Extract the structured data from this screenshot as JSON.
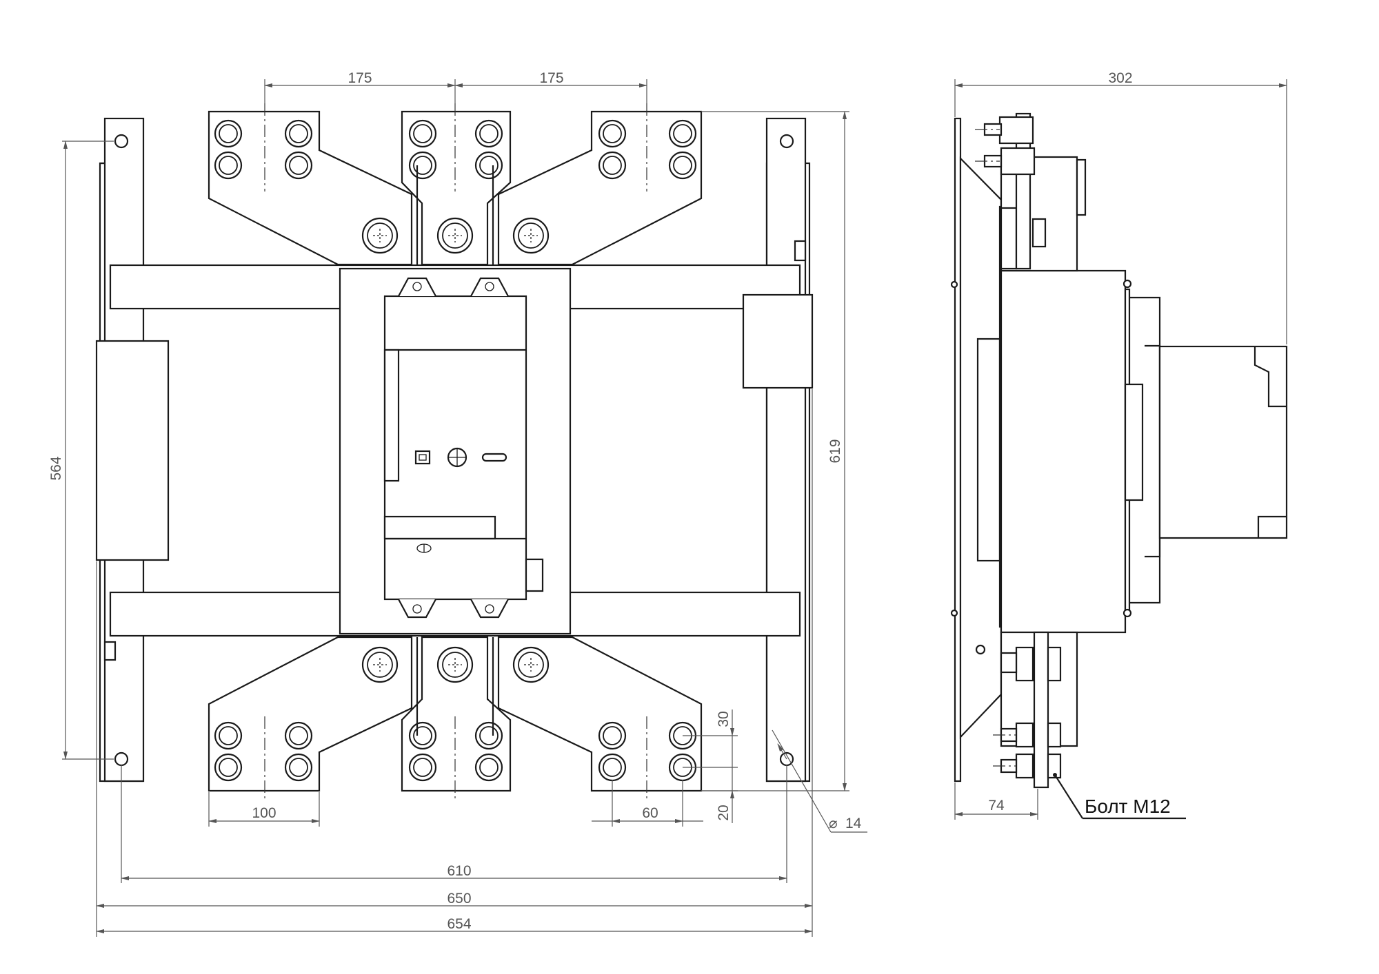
{
  "dimensions": {
    "pitch_left": "175",
    "pitch_right": "175",
    "height_564": "564",
    "height_619": "619",
    "terminal_width": "100",
    "bolt_spacing": "60",
    "bolt_vertical": "30",
    "edge_offset": "20",
    "hole_diameter": "14",
    "hole_spacing": "610",
    "base_width": "650",
    "overall_width": "654",
    "depth": "302",
    "terminal_offset": "74"
  },
  "labels": {
    "diameter_symbol": "⌀",
    "bolt_callout": "Болт М12"
  }
}
